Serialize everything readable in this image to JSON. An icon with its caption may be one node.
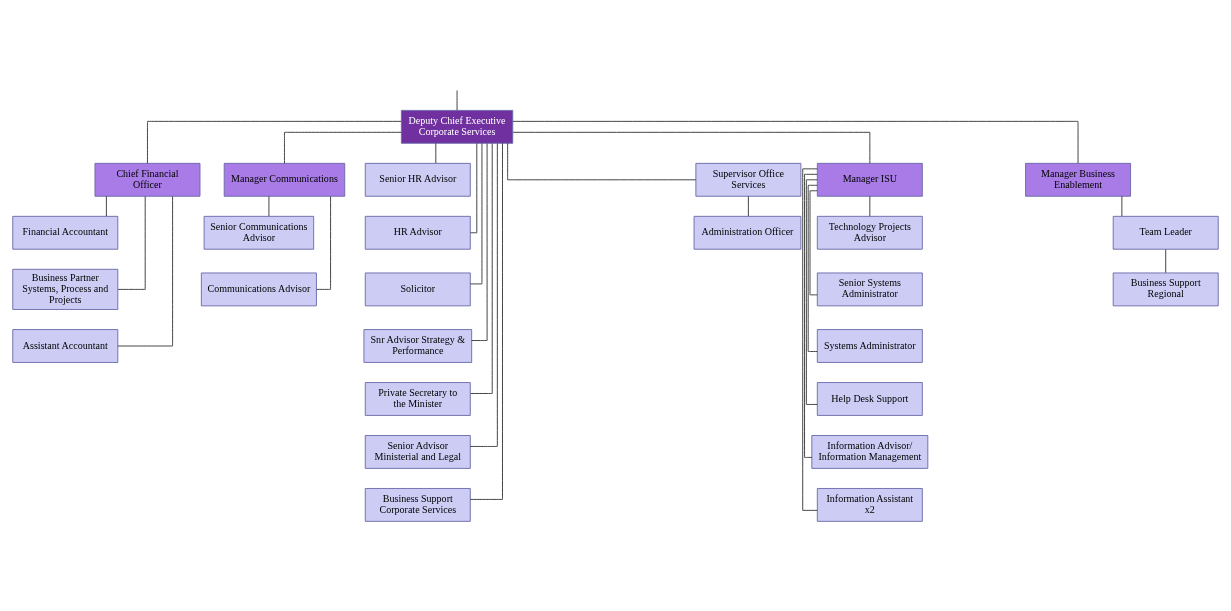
{
  "diagram": {
    "nodes": [
      {
        "text": [
          "Deputy Chief Executive Corporate Services"
        ]
      },
      {
        "text": [
          "Chief Financial Officer"
        ]
      },
      {
        "text": [
          "Financial Accountant"
        ]
      },
      {
        "text": [
          "Business Partner Systems, Process and Projects"
        ]
      },
      {
        "text": [
          "Assistant Accountant"
        ]
      },
      {
        "text": [
          "Manager Communications"
        ]
      },
      {
        "text": [
          "Senior Communications Advisor"
        ]
      },
      {
        "text": [
          "Communications Advisor"
        ]
      },
      {
        "text": [
          "Senior HR Advisor"
        ]
      },
      {
        "text": [
          "HR Advisor"
        ]
      },
      {
        "text": [
          "Solicitor"
        ]
      },
      {
        "text": [
          "Snr Advisor Strategy & Performance"
        ]
      },
      {
        "text": [
          "Private Secretary to the Minister"
        ]
      },
      {
        "text": [
          "Senior Advisor Ministerial and Legal"
        ]
      },
      {
        "text": [
          "Business Support Corporate Services"
        ]
      },
      {
        "text": [
          "Supervisor Office Services"
        ]
      },
      {
        "text": [
          "Administration Officer"
        ]
      },
      {
        "text": [
          "Manager ISU"
        ]
      },
      {
        "text": [
          "Technology Projects Advisor"
        ]
      },
      {
        "text": [
          "Senior Systems Administrator"
        ]
      },
      {
        "text": [
          "Systems Administrator"
        ]
      },
      {
        "text": [
          "Help Desk Support"
        ]
      },
      {
        "text": [
          "Information Advisor/ Information Management"
        ]
      },
      {
        "text": [
          "Information Assistant x2"
        ]
      },
      {
        "text": [
          "Manager Business Enablement"
        ]
      },
      {
        "text": [
          "Team Leader"
        ]
      },
      {
        "text": [
          "Business Support Regional"
        ]
      }
    ],
    "edges": [
      {
        "from": null,
        "to": 0,
        "arrow": "none"
      },
      {
        "from": 0,
        "to": 1,
        "arrow": "none"
      },
      {
        "from": 0,
        "to": 5,
        "arrow": "none"
      },
      {
        "from": 0,
        "to": 8,
        "arrow": "none"
      },
      {
        "from": 0,
        "to": 9,
        "arrow": "none"
      },
      {
        "from": 0,
        "to": 10,
        "arrow": "none"
      },
      {
        "from": 0,
        "to": 11,
        "arrow": "none"
      },
      {
        "from": 0,
        "to": 12,
        "arrow": "none"
      },
      {
        "from": 0,
        "to": 13,
        "arrow": "none"
      },
      {
        "from": 0,
        "to": 14,
        "arrow": "none"
      },
      {
        "from": 0,
        "to": 15,
        "arrow": "none"
      },
      {
        "from": 0,
        "to": 17,
        "arrow": "none"
      },
      {
        "from": 0,
        "to": 24,
        "arrow": "none"
      },
      {
        "from": 1,
        "to": 2,
        "arrow": "none"
      },
      {
        "from": 1,
        "to": 3,
        "arrow": "none"
      },
      {
        "from": 1,
        "to": 4,
        "arrow": "none"
      },
      {
        "from": 5,
        "to": 6,
        "arrow": "none"
      },
      {
        "from": 5,
        "to": 7,
        "arrow": "none"
      },
      {
        "from": 15,
        "to": 16,
        "arrow": "none"
      },
      {
        "from": 17,
        "to": 18,
        "arrow": "none"
      },
      {
        "from": 17,
        "to": 19,
        "arrow": "none"
      },
      {
        "from": 17,
        "to": 20,
        "arrow": "none"
      },
      {
        "from": 17,
        "to": 21,
        "arrow": "none"
      },
      {
        "from": 17,
        "to": 22,
        "arrow": "none"
      },
      {
        "from": 17,
        "to": 23,
        "arrow": "none"
      },
      {
        "from": 24,
        "to": 25,
        "arrow": "none"
      },
      {
        "from": 25,
        "to": 26,
        "arrow": "none"
      }
    ]
  }
}
